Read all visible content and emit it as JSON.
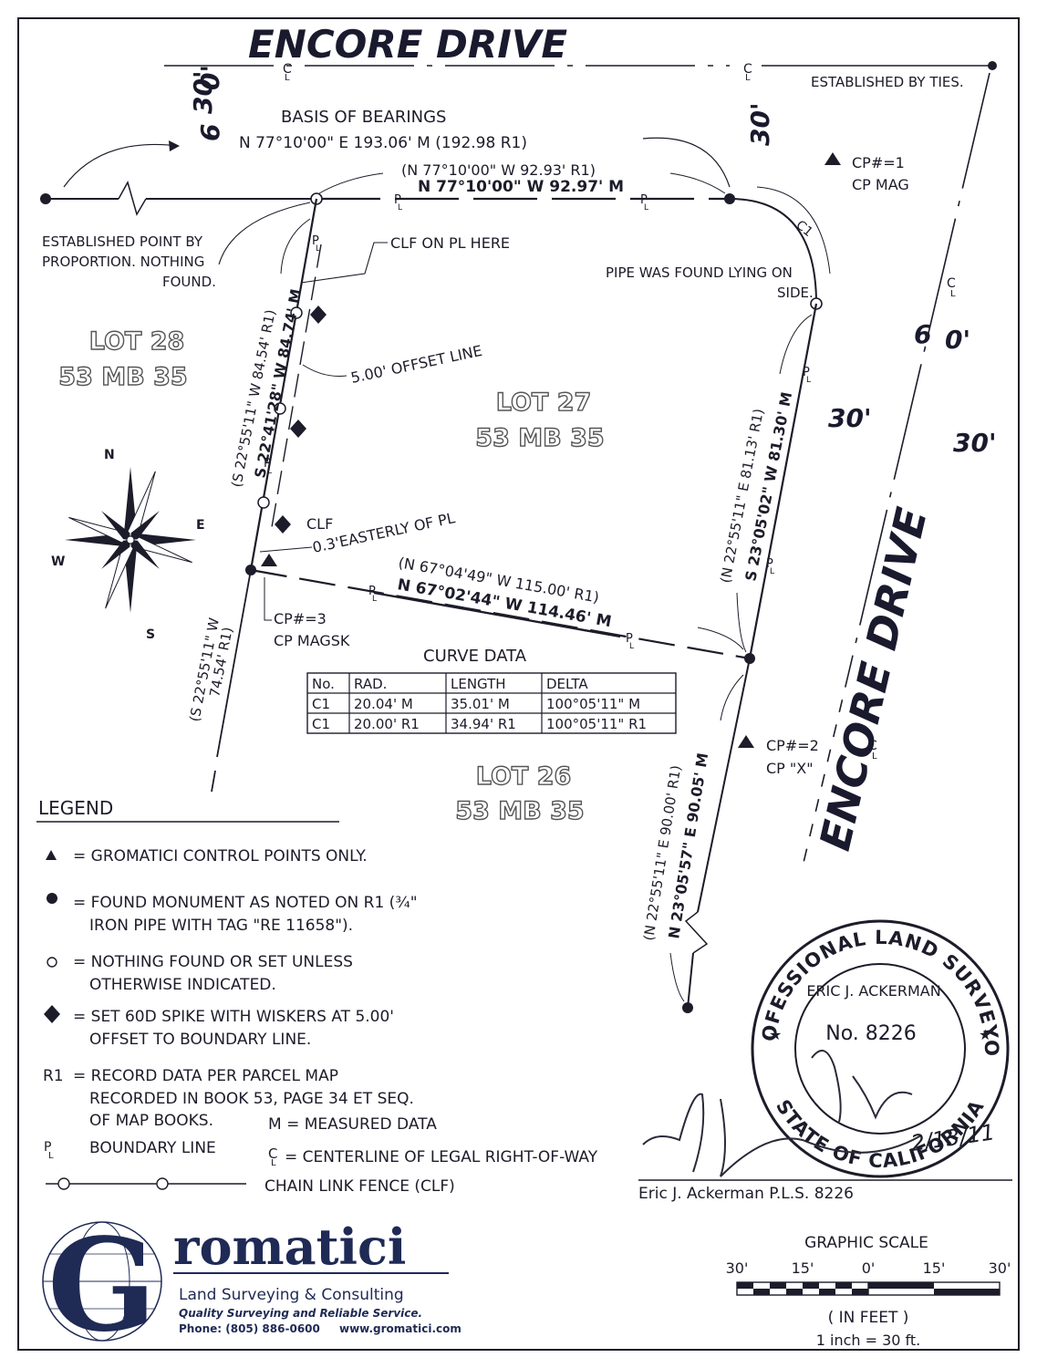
{
  "roads": {
    "top_name": "ENCORE DRIVE",
    "right_name": "ENCORE DRIVE",
    "top_width": "6",
    "top_width_unit": "0'",
    "top_half_left": "30'",
    "top_half_right": "30'",
    "right_width": "6",
    "right_width_unit": "0'",
    "right_half_left": "30'",
    "right_half_right": "30'",
    "established_by_ties": "ESTABLISHED BY TIES."
  },
  "symbols": {
    "centerline_c": "C",
    "centerline_l": "L",
    "property_p": "P",
    "property_l": "L"
  },
  "basis": {
    "title": "BASIS OF BEARINGS",
    "bearing": "N 77°10'00\" E  193.06' M  (192.98 R1)"
  },
  "lines": {
    "north_r1": "(N 77°10'00\" W    92.93' R1)",
    "north_m": "N 77°10'00\" W  92.97' M",
    "west_r1": "(S 22°55'11\" W    84.54' R1)",
    "west_m": "S 22°41'28\" W  84.74' M",
    "west_lower_r1a": "(S 22°55'11\" W",
    "west_lower_r1b": "74.54' R1)",
    "south_r1": "(N 67°04'49\" W    115.00' R1)",
    "south_m": "N 67°02'44\" W   114.46' M",
    "east_r1": "(N 22°55'11\" E    81.13' R1)",
    "east_m": "S 23°05'02\" W   81.30' M",
    "east_lower_r1": "(N 22°55'11\" E    90.00' R1)",
    "east_lower_m": "N 23°05'57\" E   90.05' M",
    "curve_label": "C1"
  },
  "notes": {
    "established_point": [
      "ESTABLISHED POINT BY",
      "PROPORTION.  NOTHING",
      "FOUND."
    ],
    "clf_on_pl": "CLF ON PL HERE",
    "pipe_found": [
      "PIPE WAS FOUND LYING ON",
      "SIDE."
    ],
    "offset_line": "5.00' OFFSET LINE",
    "clf_label": "CLF",
    "clf_easterly": "0.3'EASTERLY OF PL"
  },
  "control_points": {
    "cp1": [
      "CP#=1",
      "CP MAG"
    ],
    "cp2": [
      "CP#=2",
      "CP \"X\""
    ],
    "cp3": [
      "CP#=3",
      "CP MAGSK"
    ]
  },
  "lots": {
    "lot28": [
      "LOT 28",
      "53 MB 35"
    ],
    "lot27": [
      "LOT 27",
      "53 MB 35"
    ],
    "lot26": [
      "LOT 26",
      "53 MB 35"
    ]
  },
  "compass": {
    "n": "N",
    "e": "E",
    "s": "S",
    "w": "W"
  },
  "curve_table": {
    "title": "CURVE DATA",
    "headers": [
      "No.",
      "RAD.",
      "LENGTH",
      "DELTA"
    ],
    "rows": [
      [
        "C1",
        "20.04' M",
        "35.01' M",
        "100°05'11\" M"
      ],
      [
        "C1",
        "20.00' R1",
        "34.94' R1",
        "100°05'11\" R1"
      ]
    ]
  },
  "legend": {
    "title": "LEGEND",
    "control": "= GROMATICI CONTROL POINTS ONLY.",
    "found": [
      "= FOUND MONUMENT AS NOTED ON R1 (¾\"",
      "IRON PIPE WITH TAG \"RE 11658\")."
    ],
    "nothing": [
      "= NOTHING FOUND OR SET UNLESS",
      "OTHERWISE INDICATED."
    ],
    "spike": [
      "= SET 60D SPIKE WITH WISKERS AT 5.00'",
      "OFFSET TO BOUNDARY LINE."
    ],
    "r1_key": "R1",
    "r1": [
      "= RECORD DATA PER PARCEL MAP",
      "RECORDED IN BOOK 53, PAGE 34 ET SEQ.",
      "OF MAP BOOKS."
    ],
    "measured": "M  =  MEASURED DATA",
    "boundary": "BOUNDARY LINE",
    "centerline": "=  CENTERLINE OF LEGAL RIGHT-OF-WAY",
    "fence": "CHAIN LINK FENCE (CLF)"
  },
  "seal": {
    "ring_text": "PROFESSIONAL LAND SURVEYOR",
    "state_text": "STATE OF CALIFORNIA",
    "name": "ERIC J. ACKERMAN",
    "number": "No.   8226",
    "date": "2/13/11",
    "surveyor_line": "Eric  J.  Ackerman  P.L.S.  8226"
  },
  "company": {
    "big_letter": "G",
    "name_rest": "romatici",
    "tagline": "Land Surveying & Consulting",
    "slogan": "Quality Surveying and Reliable Service.",
    "phone": "Phone: (805) 886-0600",
    "web": "www.gromatici.com"
  },
  "scale": {
    "title": "GRAPHIC SCALE",
    "ticks": [
      "30'",
      "15'",
      "0'",
      "15'",
      "30'"
    ],
    "unit": "( IN FEET )",
    "ratio": "1 inch = 30 ft."
  },
  "colors": {
    "ink": "#1c1c2a",
    "company_blue": "#1f2a55"
  }
}
